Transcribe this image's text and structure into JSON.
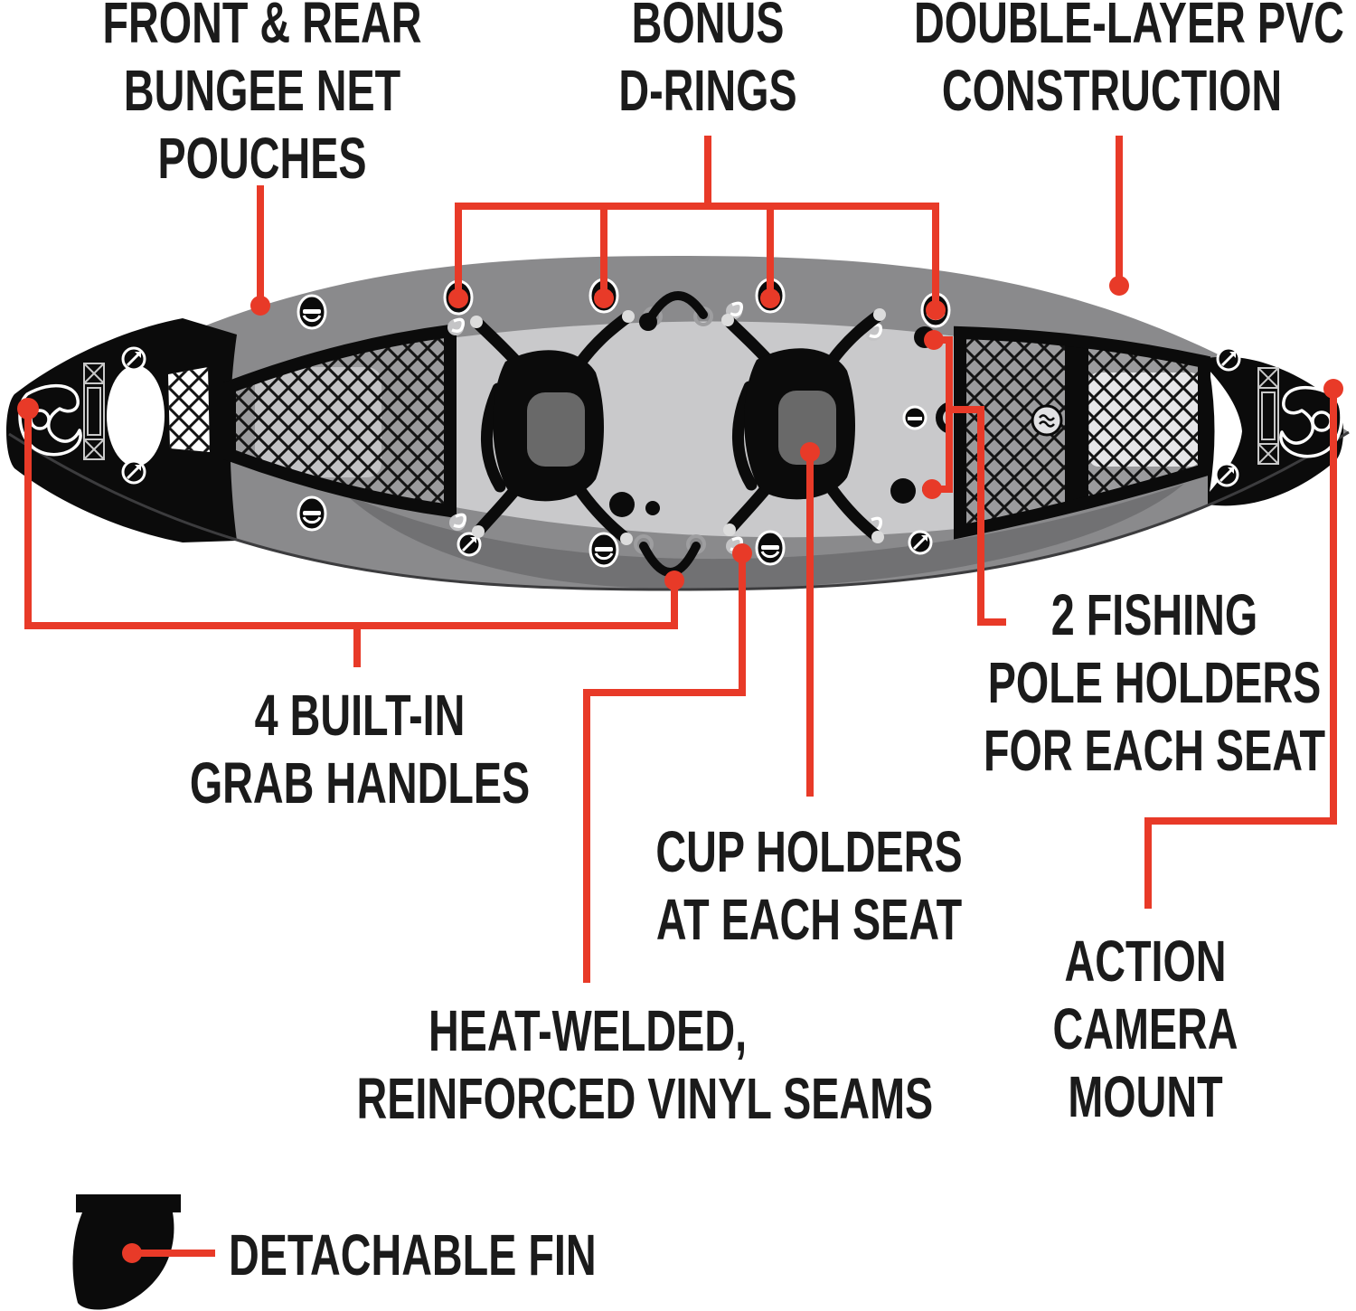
{
  "figure": {
    "subject": "tandem inflatable fishing kayak, top view",
    "style": "feature callout diagram"
  },
  "colors": {
    "accent": "#e83a28",
    "text": "#1b1b1b",
    "hull": "#8a8a8c",
    "band_shadow": "#717173",
    "cockpit": "#c9c9cb",
    "mesh_bg": "#9b9b9d",
    "mesh_pouch": "#c3c3c5",
    "rear_pouch": "#e6e6e8",
    "black": "#0b0b0b",
    "background": "#ffffff"
  },
  "callouts": {
    "pouches": {
      "line1": "FRONT & REAR",
      "line2": "BUNGEE NET",
      "line3": "POUCHES"
    },
    "drings": {
      "line1": "BONUS",
      "line2": "D-RINGS"
    },
    "pvc": {
      "line1": "DOUBLE-LAYER PVC",
      "line2": "CONSTRUCTION"
    },
    "handles": {
      "line1": "4 BUILT-IN",
      "line2": "GRAB HANDLES"
    },
    "poles": {
      "line1": "2 FISHING",
      "line2": "POLE HOLDERS",
      "line3": "FOR EACH SEAT"
    },
    "cups": {
      "line1": "CUP HOLDERS",
      "line2": "AT EACH SEAT"
    },
    "seams": {
      "line1": "HEAT-WELDED,",
      "line2": "REINFORCED VINYL SEAMS"
    },
    "camera": {
      "line1": "ACTION",
      "line2": "CAMERA",
      "line3": "MOUNT"
    },
    "fin": {
      "line1": "DETACHABLE FIN"
    }
  }
}
